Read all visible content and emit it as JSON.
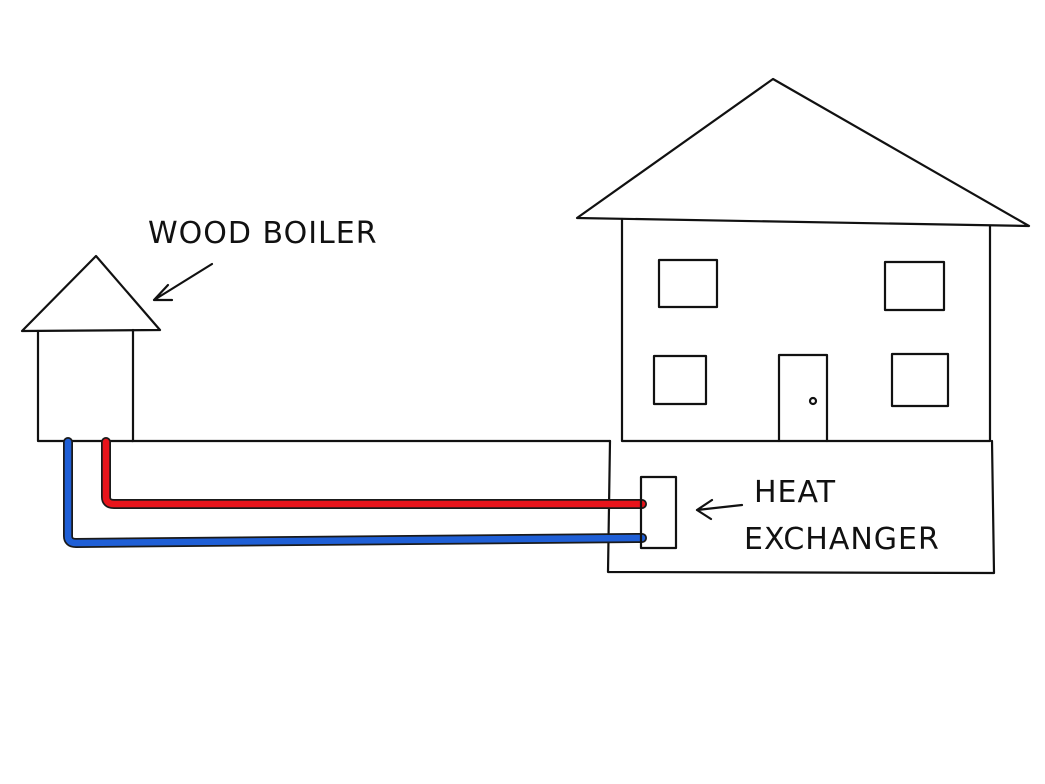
{
  "labels": {
    "boiler": "WOOD BOILER",
    "exchanger_line1": "HEAT",
    "exchanger_line2": "EXCHANGER"
  },
  "colors": {
    "hot_pipe": "#e8141b",
    "cold_pipe": "#1f5fd6",
    "ink": "#111111",
    "background": "#ffffff"
  },
  "icons": {
    "boiler_arrow": "arrow-icon",
    "exchanger_arrow": "arrow-icon"
  }
}
